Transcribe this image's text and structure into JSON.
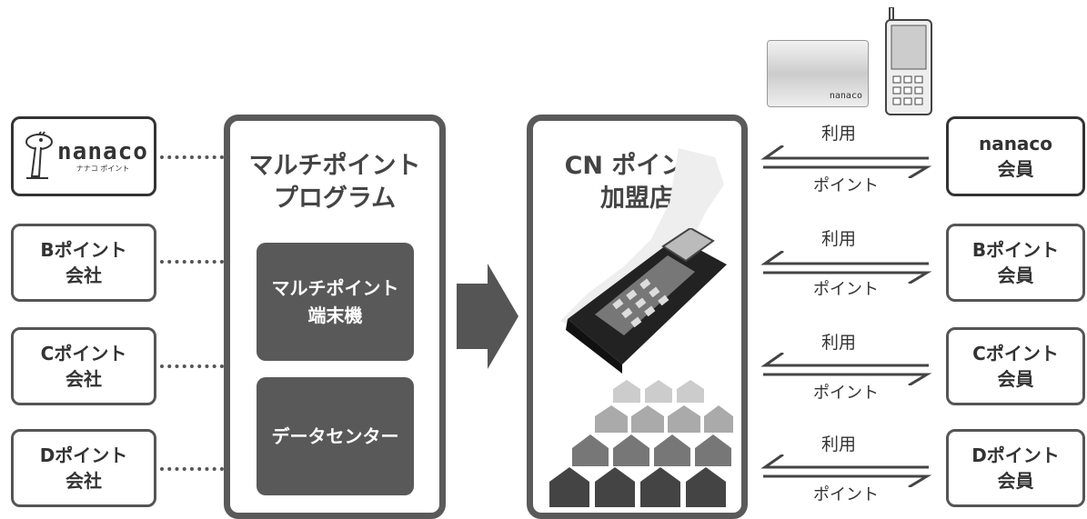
{
  "left_companies": [
    {
      "logo_text": "nanaco",
      "logo_sub": "ナナコ ポイント"
    },
    {
      "line1": "Bポイント",
      "line2": "会社"
    },
    {
      "line1": "Cポイント",
      "line2": "会社"
    },
    {
      "line1": "Dポイント",
      "line2": "会社"
    }
  ],
  "multi_program": {
    "title_line1": "マルチポイント",
    "title_line2": "プログラム",
    "terminal_line1": "マルチポイント",
    "terminal_line2": "端末機",
    "datacenter": "データセンター"
  },
  "merchant": {
    "title_line1": "CN ポイント",
    "title_line2": "加盟店"
  },
  "arrows": [
    {
      "use_label": "利用",
      "point_label": "ポイント"
    },
    {
      "use_label": "利用",
      "point_label": "ポイント"
    },
    {
      "use_label": "利用",
      "point_label": "ポイント"
    },
    {
      "use_label": "利用",
      "point_label": "ポイント"
    }
  ],
  "members": [
    {
      "line1": "nanaco",
      "line2": "会員"
    },
    {
      "line1": "Bポイント",
      "line2": "会員"
    },
    {
      "line1": "Cポイント",
      "line2": "会員"
    },
    {
      "line1": "Dポイント",
      "line2": "会員"
    }
  ],
  "card": {
    "brand": "nanaco"
  },
  "colors": {
    "border": "#555555",
    "inner_fill": "#595959",
    "text": "#333333"
  }
}
